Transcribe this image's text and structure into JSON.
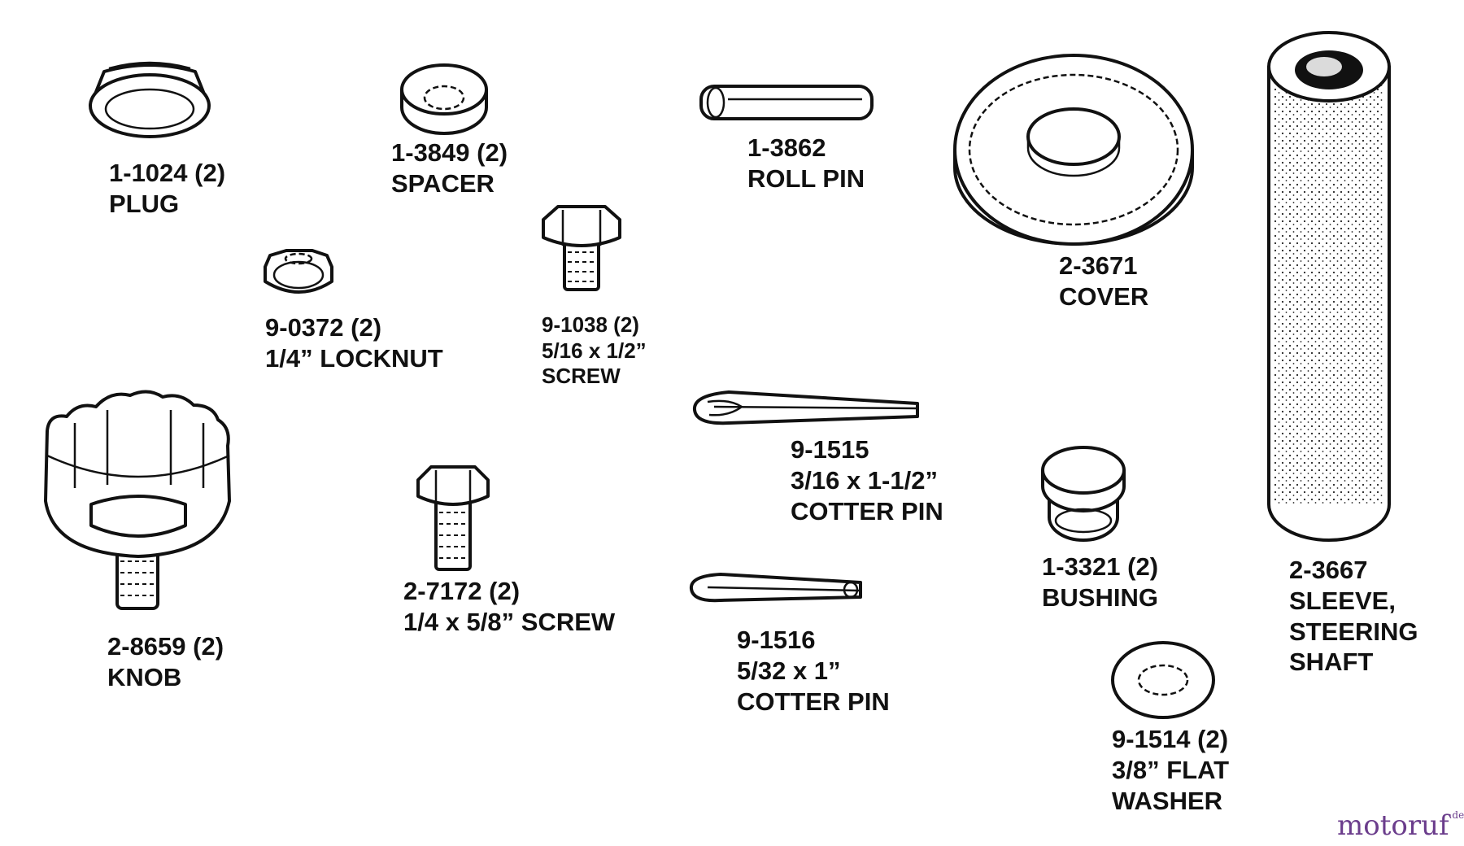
{
  "parts": [
    {
      "key": "plug",
      "number": "1-1024 (2)",
      "desc": [
        "PLUG"
      ]
    },
    {
      "key": "spacer",
      "number": "1-3849 (2)",
      "desc": [
        "SPACER"
      ]
    },
    {
      "key": "roll-pin",
      "number": "1-3862",
      "desc": [
        "ROLL PIN"
      ]
    },
    {
      "key": "cover",
      "number": "2-3671",
      "desc": [
        "COVER"
      ]
    },
    {
      "key": "locknut",
      "number": "9-0372 (2)",
      "desc": [
        "1/4” LOCKNUT"
      ]
    },
    {
      "key": "screw-small",
      "number": "9-1038 (2)",
      "desc": [
        "5/16 x 1/2”",
        "SCREW"
      ]
    },
    {
      "key": "cotter-pin-large",
      "number": "9-1515",
      "desc": [
        "3/16 x 1-1/2”",
        "COTTER PIN"
      ]
    },
    {
      "key": "bushing",
      "number": "1-3321 (2)",
      "desc": [
        "BUSHING"
      ]
    },
    {
      "key": "knob",
      "number": "2-8659 (2)",
      "desc": [
        "KNOB"
      ]
    },
    {
      "key": "screw",
      "number": "2-7172 (2)",
      "desc": [
        "1/4 x 5/8” SCREW"
      ]
    },
    {
      "key": "cotter-pin-small",
      "number": "9-1516",
      "desc": [
        "5/32 x 1”",
        "COTTER PIN"
      ]
    },
    {
      "key": "sleeve",
      "number": "2-3667",
      "desc": [
        "SLEEVE,",
        "STEERING",
        "SHAFT"
      ]
    },
    {
      "key": "washer",
      "number": "9-1514 (2)",
      "desc": [
        "3/8” FLAT",
        "WASHER"
      ]
    }
  ],
  "watermark": {
    "main": "motoruf",
    "suffix": ".de"
  }
}
